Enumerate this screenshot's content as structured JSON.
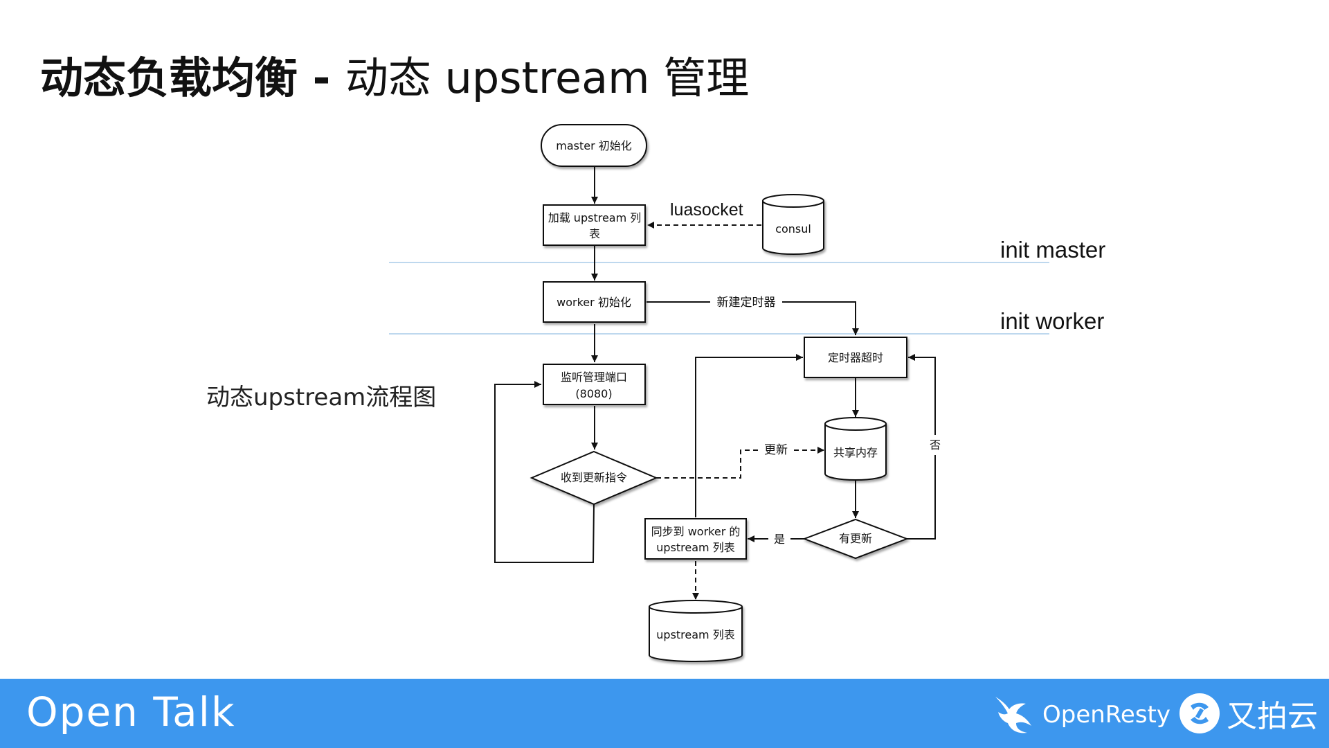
{
  "title": {
    "bold": "动态负载均衡 - ",
    "light": "动态 upstream 管理"
  },
  "side_caption": "动态upstream流程图",
  "diagram": {
    "nodes": {
      "master_init": "master 初始化",
      "load_upstream_line1": "加载 upstream 列",
      "load_upstream_line2": "表",
      "consul": "consul",
      "worker_init": "worker 初始化",
      "timer_timeout": "定时器超时",
      "listen_port_line1": "监听管理端口",
      "listen_port_line2": "(8080)",
      "shared_memory": "共享内存",
      "receive_update": "收到更新指令",
      "has_update": "有更新",
      "sync_worker_line1": "同步到 worker 的",
      "sync_worker_line2": "upstream 列表",
      "upstream_list": "upstream 列表"
    },
    "edge_labels": {
      "luasocket": "luasocket",
      "new_timer": "新建定时器",
      "update": "更新",
      "no": "否",
      "yes": "是"
    },
    "phase_labels": {
      "init_master": "init master",
      "init_worker": "init worker"
    },
    "colors": {
      "phase_line": "#a9cbe8",
      "stroke": "#111111"
    }
  },
  "footer": {
    "left_text": "Open Talk",
    "openresty_text": "OpenResty",
    "upyun_text": "又拍云",
    "background": "#3d97ee",
    "icons": [
      "openresty-bird-icon",
      "upyun-logo-icon"
    ]
  }
}
